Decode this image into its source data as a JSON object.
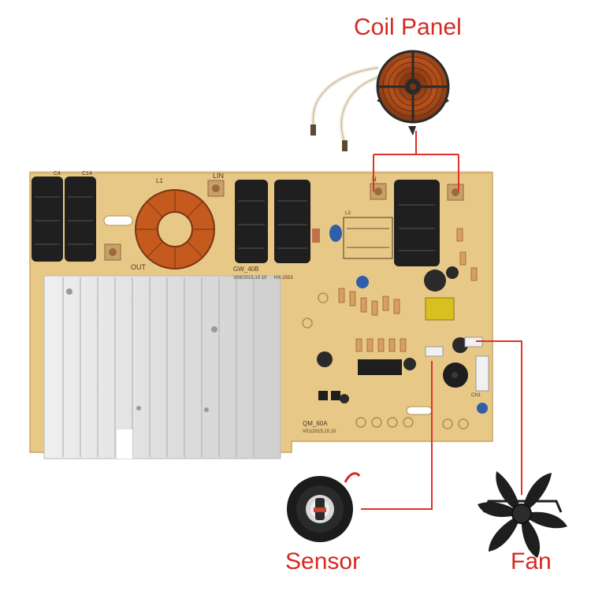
{
  "callouts": {
    "coil_panel": "Coil Panel",
    "sensor": "Sensor",
    "fan": "Fan"
  },
  "board_labels": {
    "c4": "C4",
    "c14": "C14",
    "l1": "L1",
    "lin": "LIN",
    "out": "OUT",
    "n": "N",
    "model_top": "GW_40B",
    "date_top": "V08/2015.10.10",
    "hx": "HX-2553",
    "model_bottom": "QM_60A",
    "date_bottom": "V01/2015.10.10",
    "l3": "L3",
    "cn1": "CN1"
  },
  "colors": {
    "callout_text": "#d42a20",
    "wire": "#e0302a",
    "pcb": "#e8c887",
    "pcb_edge": "#c9a564",
    "capacitor": "#1e1e1e",
    "heatsink": "#d9d9d9",
    "copper": "#c45a1e"
  },
  "icons": [
    "coil-panel-icon",
    "toroid-inductor-icon",
    "temperature-sensor-icon",
    "cooling-fan-icon",
    "heatsink-icon"
  ]
}
